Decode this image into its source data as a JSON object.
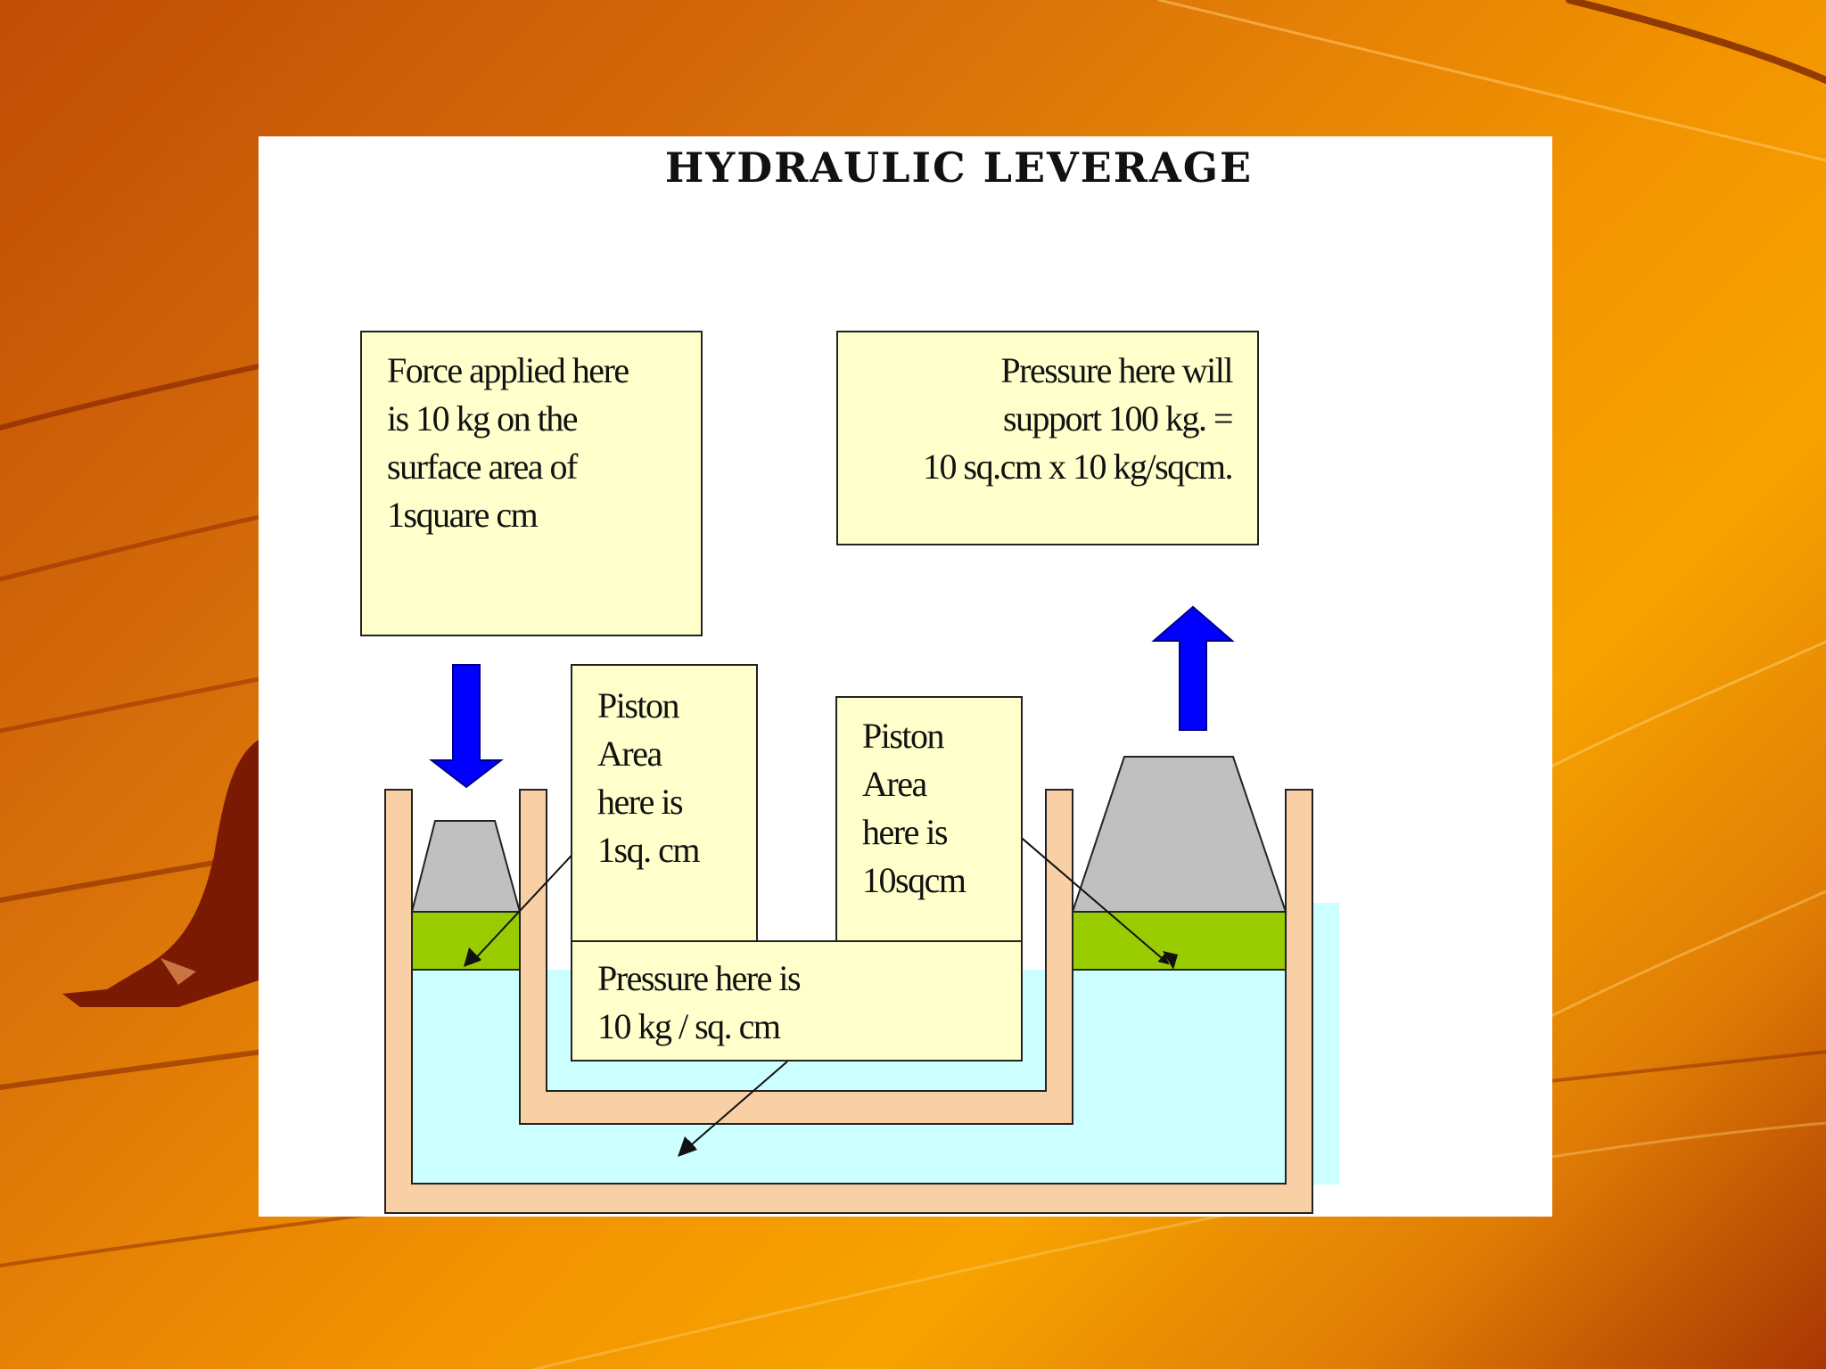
{
  "title": "HYDRAULIC  LEVERAGE",
  "labels": {
    "force_note": "Force applied here\nis 10 kg on  the\nsurface area of\n1square cm",
    "pressure_support_note": "Pressure here will\nsupport 100 kg. =\n10  sq.cm x 10 kg/sqcm.",
    "small_piston_note": "Piston\nArea\nhere is\n1sq. cm",
    "large_piston_note": "Piston\nArea\nhere is\n10sqcm",
    "pressure_note": "Pressure here is\n10 kg / sq. cm"
  },
  "colors": {
    "background_orange": "#f29300",
    "background_dark": "#b03a03",
    "note_fill": "#ffffcc",
    "container_wall": "#f9cfa5",
    "fluid": "#ccffff",
    "piston": "#99cc00",
    "weight": "#c0c0c0",
    "arrow": "#0000ff"
  },
  "icons": {
    "down_arrow": "down-arrow-icon",
    "up_arrow": "up-arrow-icon"
  }
}
